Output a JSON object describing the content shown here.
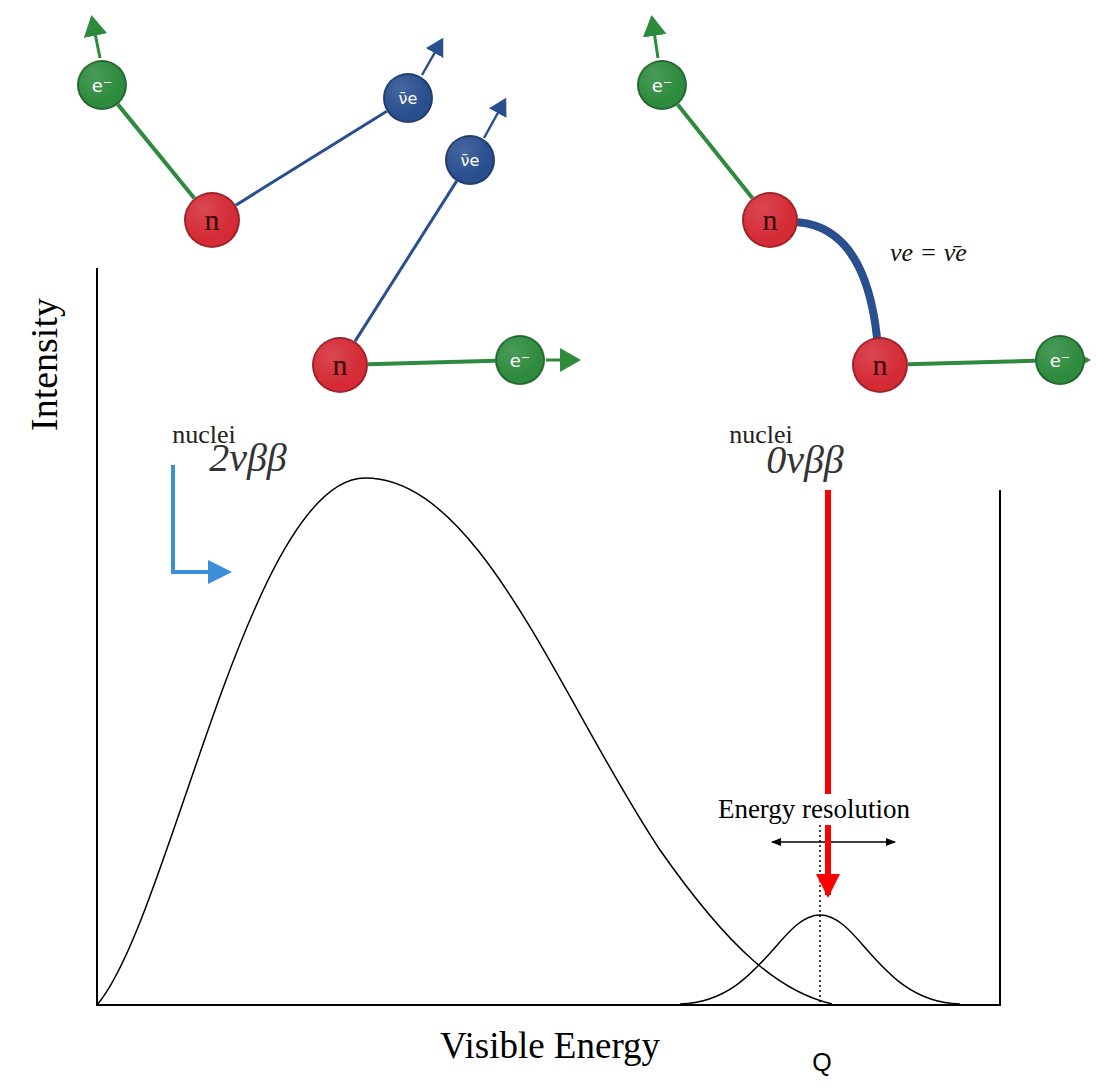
{
  "diagram": {
    "nodes": [
      {
        "text": [
          "nuclei",
          "2νββ"
        ]
      },
      {
        "text": [
          "n"
        ],
        "in": 0
      },
      {
        "text": [
          "n"
        ],
        "in": 0
      },
      {
        "text": [
          "e⁻"
        ]
      },
      {
        "text": [
          "ν̄e"
        ]
      },
      {
        "text": [
          "ν̄e"
        ]
      },
      {
        "text": [
          "e⁻"
        ]
      },
      {
        "text": [
          "nuclei",
          "0νββ"
        ]
      },
      {
        "text": [
          "n"
        ],
        "in": 7
      },
      {
        "text": [
          "n"
        ],
        "in": 7
      },
      {
        "text": [
          "e⁻"
        ]
      },
      {
        "text": [
          "e⁻"
        ]
      }
    ],
    "edges": [
      {
        "from": 1,
        "to": 3,
        "arrow": "none"
      },
      {
        "from": 1,
        "to": 4,
        "arrow": "none"
      },
      {
        "from": 2,
        "to": 5,
        "arrow": "none"
      },
      {
        "from": 2,
        "to": 6,
        "arrow": "none"
      },
      {
        "from": 8,
        "to": 10,
        "arrow": "none"
      },
      {
        "from": 9,
        "to": 11,
        "arrow": "none"
      },
      {
        "from": 8,
        "to": 9,
        "label": "νe = ν̄e",
        "arrow": "none"
      }
    ],
    "labels": [
      "Intensity",
      "Energy resolution",
      "Q",
      "Visible Energy"
    ]
  }
}
